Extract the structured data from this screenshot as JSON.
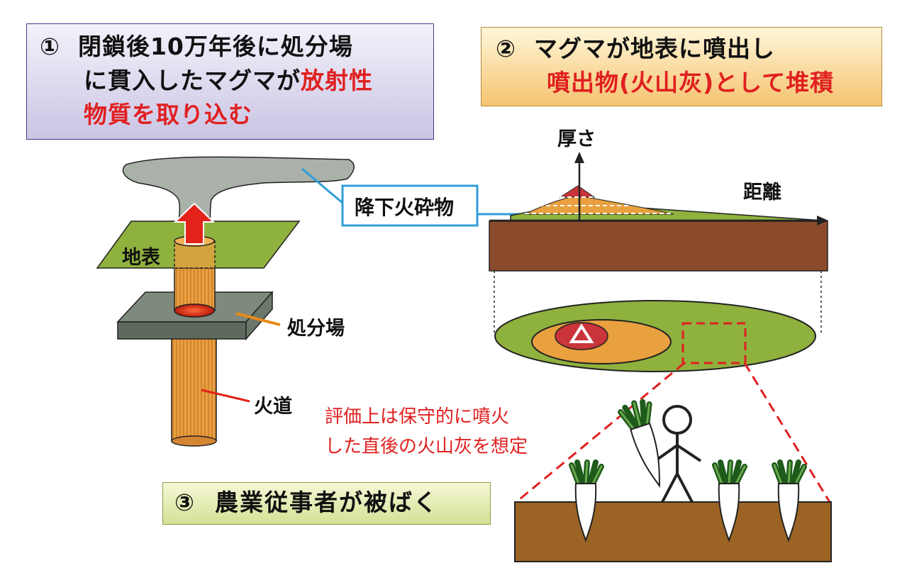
{
  "step1": {
    "number": "①",
    "line1": "閉鎖後10万年後に処分場",
    "line2_prefix": "に貫入したマグマが",
    "line2_red": "放射性",
    "line3_red": "物質を取り込む"
  },
  "step2": {
    "number": "②",
    "line1": "マグマが地表に噴出し",
    "line2_red": "噴出物(火山灰)として堆積"
  },
  "step3": {
    "number": "③",
    "text": "農業従事者が被ばく"
  },
  "labels": {
    "surface": "地表",
    "repository": "処分場",
    "conduit": "火道",
    "tephra": "降下火砕物",
    "thickness_axis": "厚さ",
    "distance_axis": "距離",
    "note_line1": "評価上は保守的に噴火",
    "note_line2": "した直後の火山灰を想定"
  },
  "colors": {
    "red_text": "#e02020",
    "green_ground": "#8fb13e",
    "orange_conduit": "#e99a3a",
    "brown_soil": "#8b4a2b",
    "gray_cloud": "#a9b1a8",
    "blue_callout": "#2f9ed8"
  }
}
